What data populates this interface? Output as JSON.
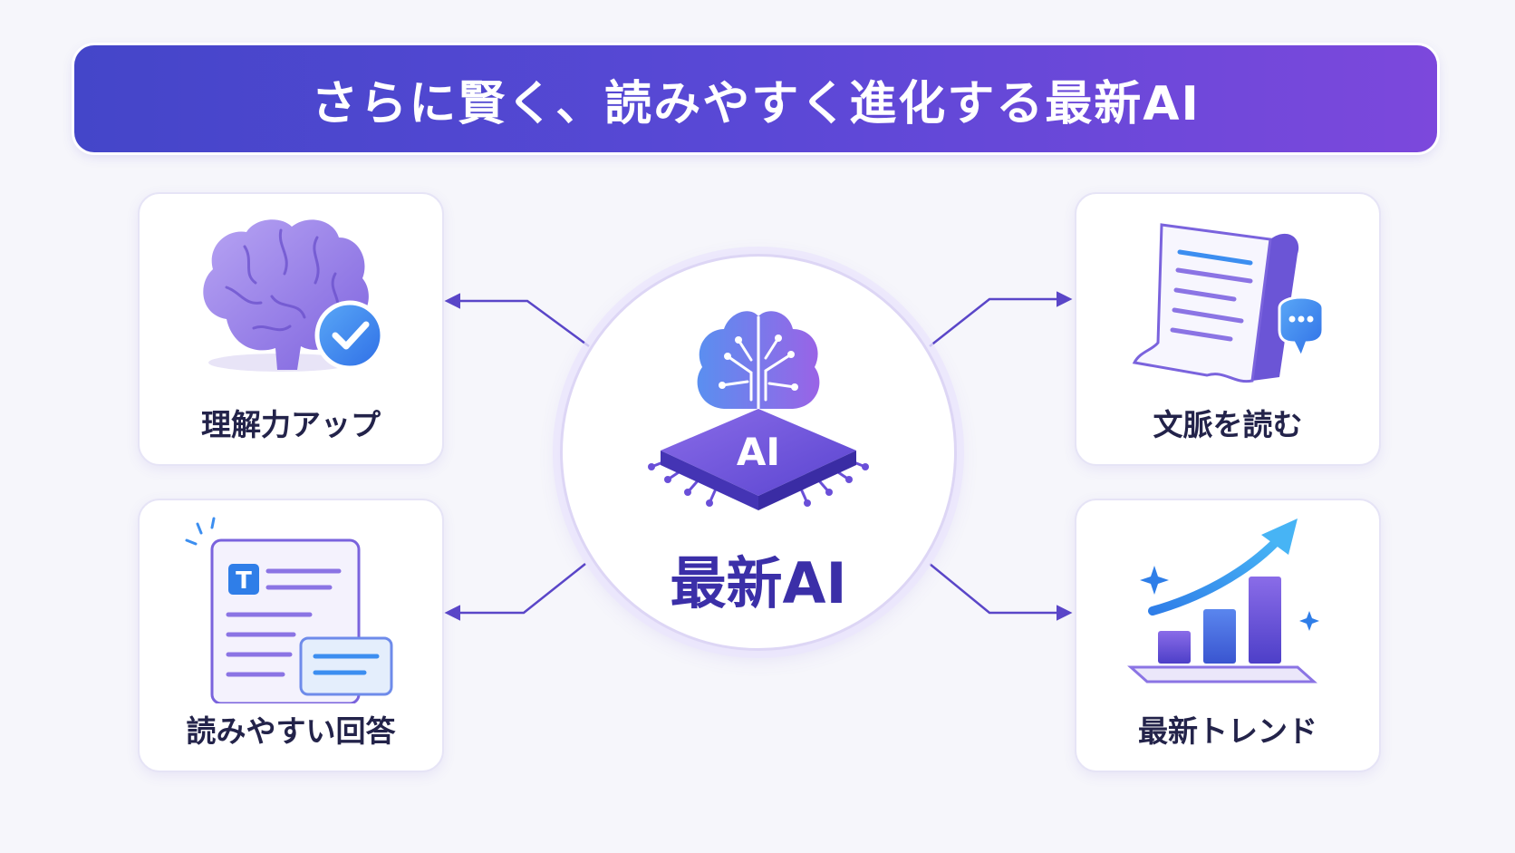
{
  "header": {
    "title": "さらに賢く、読みやすく進化する最新AI"
  },
  "center": {
    "chip_text": "AI",
    "label": "最新AI"
  },
  "features": {
    "understanding": {
      "label": "理解力アップ",
      "icon": "brain-check-icon"
    },
    "readable": {
      "label": "読みやすい回答",
      "icon": "document-icon",
      "doc_letter": "T"
    },
    "context": {
      "label": "文脈を読む",
      "icon": "scroll-chat-icon"
    },
    "trends": {
      "label": "最新トレンド",
      "icon": "trend-chart-icon"
    }
  },
  "colors": {
    "banner_start": "#4446c9",
    "banner_end": "#7c48dc",
    "accent_purple": "#6a4fd8",
    "accent_blue": "#3c8ef0",
    "text_dark": "#23234a"
  }
}
